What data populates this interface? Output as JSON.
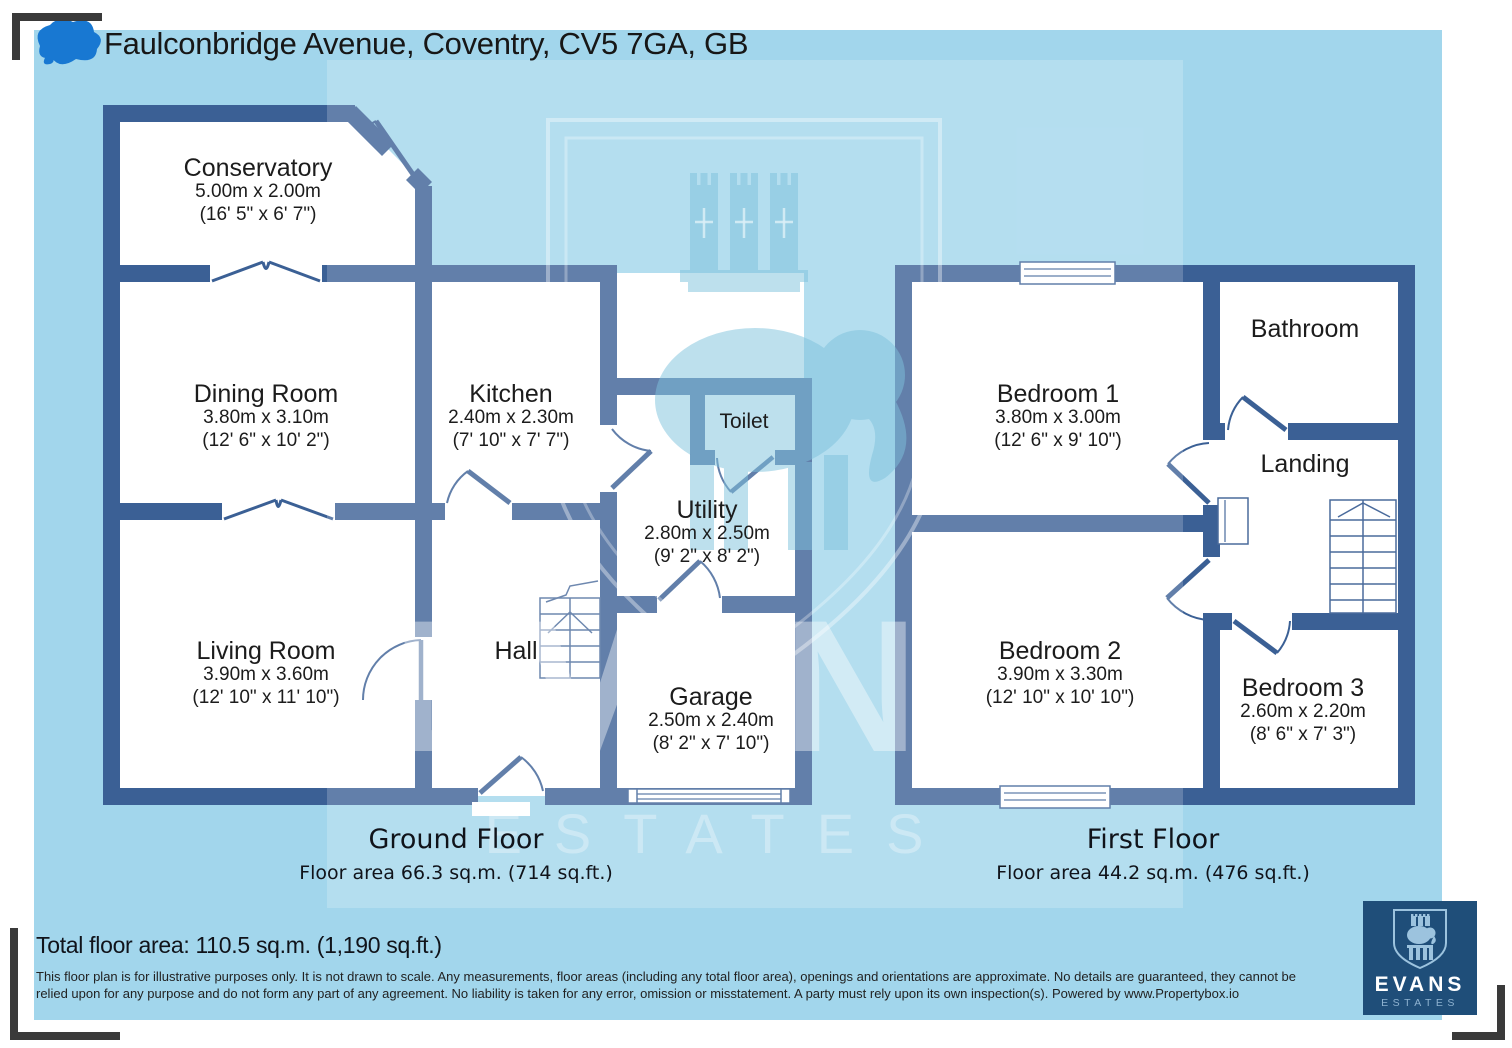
{
  "title": "Faulconbridge Avenue, Coventry, CV5 7GA, GB",
  "colors": {
    "canvas_background": "#a2d6ec",
    "wall": "#3b6095",
    "room_fill": "#ffffff",
    "redaction_blob": "#1878d2",
    "logo_background": "#1f4e79",
    "logo_shield": "#9cc3de",
    "bracket": "#3a3a3a"
  },
  "ground_floor": {
    "name": "Ground Floor",
    "area_line": "Floor area 66.3 sq.m. (714 sq.ft.)",
    "rooms": {
      "conservatory": {
        "name": "Conservatory",
        "dims_m": "5.00m x 2.00m",
        "dims_ft": "(16' 5\" x 6' 7\")"
      },
      "dining": {
        "name": "Dining Room",
        "dims_m": "3.80m x 3.10m",
        "dims_ft": "(12' 6\" x 10' 2\")"
      },
      "kitchen": {
        "name": "Kitchen",
        "dims_m": "2.40m x 2.30m",
        "dims_ft": "(7' 10\" x 7' 7\")"
      },
      "toilet": {
        "name": "Toilet"
      },
      "utility": {
        "name": "Utility",
        "dims_m": "2.80m x 2.50m",
        "dims_ft": "(9' 2\" x 8' 2\")"
      },
      "living": {
        "name": "Living Room",
        "dims_m": "3.90m x 3.60m",
        "dims_ft": "(12' 10\" x 11' 10\")"
      },
      "hall": {
        "name": "Hall"
      },
      "garage": {
        "name": "Garage",
        "dims_m": "2.50m x 2.40m",
        "dims_ft": "(8' 2\" x 7' 10\")"
      }
    }
  },
  "first_floor": {
    "name": "First Floor",
    "area_line": "Floor area 44.2 sq.m. (476 sq.ft.)",
    "rooms": {
      "bedroom1": {
        "name": "Bedroom 1",
        "dims_m": "3.80m x 3.00m",
        "dims_ft": "(12' 6\" x 9' 10\")"
      },
      "bathroom": {
        "name": "Bathroom"
      },
      "landing": {
        "name": "Landing"
      },
      "bedroom2": {
        "name": "Bedroom 2",
        "dims_m": "3.90m x 3.30m",
        "dims_ft": "(12' 10\" x 10' 10\")"
      },
      "bedroom3": {
        "name": "Bedroom 3",
        "dims_m": "2.60m x 2.20m",
        "dims_ft": "(8' 6\" x 7' 3\")"
      }
    }
  },
  "footer": {
    "total_area": "Total floor area: 110.5 sq.m. (1,190 sq.ft.)",
    "disclaimer": "This floor plan is for illustrative purposes only. It is not drawn to scale. Any measurements, floor areas (including any total floor area), openings and orientations are approximate. No details are guaranteed, they cannot be relied upon for any purpose and do not form any part of any agreement. No liability is taken for any error, omission or misstatement. A party must rely upon its own inspection(s). Powered by www.Propertybox.io"
  },
  "watermark": {
    "brand": "EVANS",
    "tagline": "ESTATES"
  },
  "logo": {
    "brand": "EVANS",
    "tagline": "ESTATES"
  }
}
